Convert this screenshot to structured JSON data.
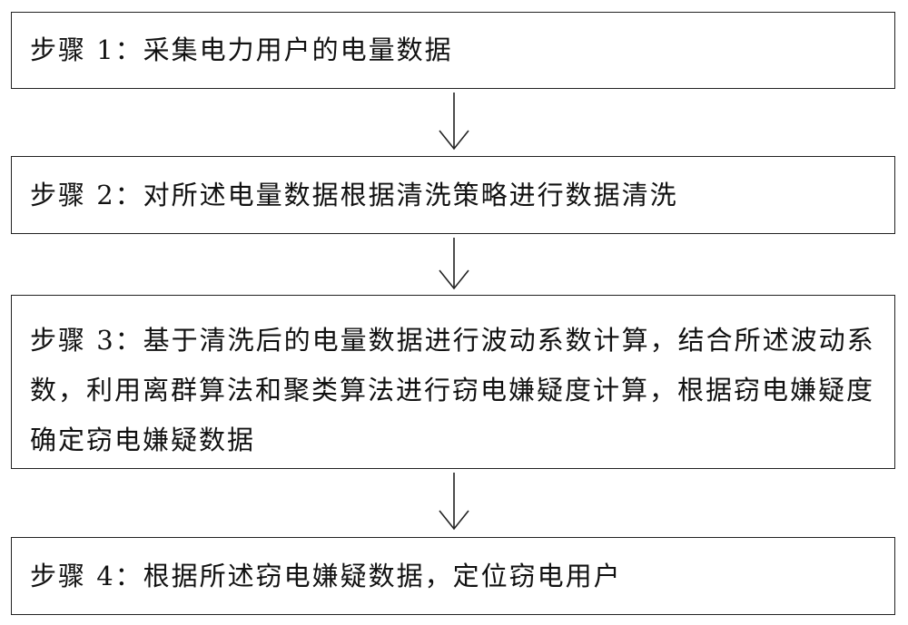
{
  "steps": [
    {
      "text": "步骤 1：采集电力用户的电量数据"
    },
    {
      "text": "步骤 2：对所述电量数据根据清洗策略进行数据清洗"
    },
    {
      "text": "步骤 3：基于清洗后的电量数据进行波动系数计算，结合所述波动系数，利用离群算法和聚类算法进行窃电嫌疑度计算，根据窃电嫌疑度确定窃电嫌疑数据"
    },
    {
      "text": "步骤 4：根据所述窃电嫌疑数据，定位窃电用户"
    }
  ],
  "arrow_icon": "down-arrow-icon",
  "colors": {
    "stroke": "#222222",
    "text": "#111111",
    "background": "#ffffff"
  }
}
